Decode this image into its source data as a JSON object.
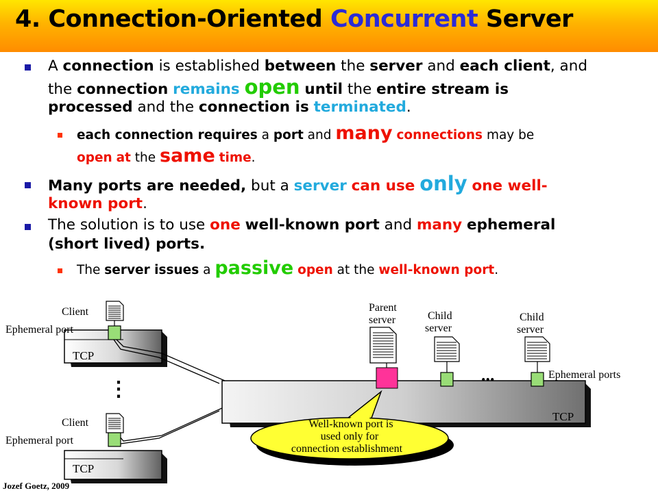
{
  "title": {
    "prefix": "4. Connection-Oriented ",
    "highlight": "Concurrent",
    "suffix": " Server"
  },
  "bullets": {
    "b1": {
      "t1": "A ",
      "t2": "connection",
      "t3": " is established ",
      "t4": "between",
      "t5": " the ",
      "t6": "server",
      "t7": " and ",
      "t8": "each client",
      "t9": ", and",
      "t10": "the ",
      "t11": "connection",
      "t12": " ",
      "t13": "remains",
      "t14": " ",
      "t15": "open",
      "t16": " ",
      "t17": "until",
      "t18": " the ",
      "t19": "entire stream is",
      "t20": "processed",
      "t21": " and the ",
      "t22": "connection is",
      "t23": " ",
      "t24": "terminated",
      "t25": "."
    },
    "s1": {
      "t1": "each connection requires",
      "t2": " a ",
      "t3": "port",
      "t4": " and ",
      "t5": "many",
      "t6": " ",
      "t7": "connections",
      "t8": " may be",
      "t9": "open",
      "t10": " ",
      "t11": "at",
      "t12": " the ",
      "t13": "same",
      "t14": " ",
      "t15": "time",
      "t16": "."
    },
    "b2": {
      "t1": "Many ports are needed,",
      "t2": " but a ",
      "t3": "server",
      "t4": " ",
      "t5": "can use",
      "t6": " ",
      "t7": "only",
      "t8": " ",
      "t9": "one well-",
      "t10": "known port",
      "t11": "."
    },
    "b3": {
      "t1": "The solution is to use ",
      "t2": "one",
      "t3": " ",
      "t4": "well-known port",
      "t5": " and ",
      "t6": "many",
      "t7": " ",
      "t8": "eph",
      "t9": "emeral",
      "t10": "(short lived) ports."
    },
    "s2": {
      "t1": "The ",
      "t2": "server issues",
      "t3": " a ",
      "t4": "passive",
      "t5": " ",
      "t6": "open",
      "t7": " at the ",
      "t8": "well-known port",
      "t9": "."
    }
  },
  "diagram": {
    "client_top": "Client",
    "ephemeral_top": "Ephemeral port",
    "tcp_top": "TCP",
    "dots_vertical": "⋮",
    "client_bottom": "Client",
    "ephemeral_bottom": "Ephemeral port",
    "tcp_bottom": "TCP",
    "parent_server_1": "Parent",
    "parent_server_2": "server",
    "child1_1": "Child",
    "child1_2": "server",
    "child2_1": "Child",
    "child2_2": "server",
    "dots_horizontal": "...",
    "ephemeral_ports": "Ephemeral ports",
    "tcp_server": "TCP",
    "callout_1": "Well-known port is",
    "callout_2": "used only for",
    "callout_3": "connection establishment"
  },
  "footer": "Jozef Goetz, 2009",
  "colors": {
    "title_highlight": "#2b2bd6",
    "cyan_text": "#22aadd",
    "red_text": "#ee1100",
    "green_text": "#22cc00",
    "port_green": "#99dd77",
    "well_known_port": "#ff3399",
    "callout_fill": "#ffff33"
  }
}
